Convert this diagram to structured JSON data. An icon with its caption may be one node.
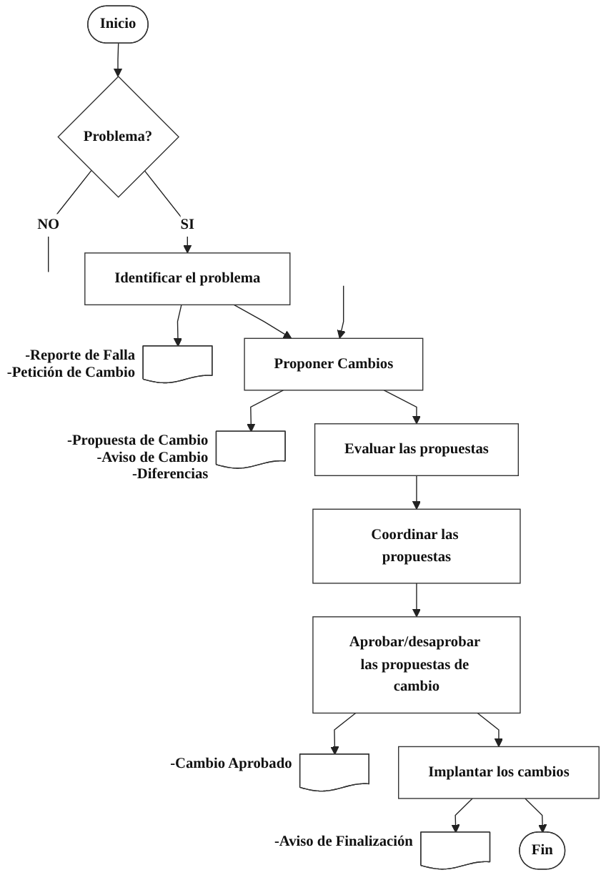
{
  "diagram": {
    "nodes": [
      {
        "text": [
          "Inicio"
        ]
      },
      {
        "text": [
          "Problema?"
        ]
      },
      {
        "text": [
          "Identificar el problema"
        ]
      },
      {
        "text": [],
        "shape": "document",
        "beside": [
          "-Reporte de Falla",
          "-Petición de Cambio"
        ]
      },
      {
        "text": [
          "Proponer Cambios"
        ]
      },
      {
        "text": [],
        "shape": "document",
        "beside": [
          "-Propuesta de Cambio",
          "-Aviso de Cambio",
          "-Diferencias"
        ]
      },
      {
        "text": [
          "Evaluar las propuestas"
        ]
      },
      {
        "text": [
          "Coordinar las propuestas"
        ]
      },
      {
        "text": [
          "Aprobar/desaprobar las propuestas de cambio"
        ]
      },
      {
        "text": [],
        "shape": "document",
        "beside": [
          "-Cambio Aprobado"
        ]
      },
      {
        "text": [
          "Implantar los cambios"
        ]
      },
      {
        "text": [],
        "shape": "document",
        "beside": [
          "-Aviso de Finalización"
        ]
      },
      {
        "text": [
          "Fin"
        ]
      }
    ],
    "edges": [
      {
        "from": 0,
        "to": 1,
        "arrow": "to"
      },
      {
        "from": 1,
        "to": null,
        "arrow": "none",
        "label": "NO"
      },
      {
        "from": 1,
        "to": 2,
        "arrow": "to",
        "label": "SI"
      },
      {
        "from": 2,
        "to": 3,
        "arrow": "to"
      },
      {
        "from": null,
        "to": 4,
        "arrow": "to"
      },
      {
        "from": 2,
        "to": 4,
        "arrow": "to"
      },
      {
        "from": 4,
        "to": 5,
        "arrow": "to"
      },
      {
        "from": 4,
        "to": 6,
        "arrow": "to"
      },
      {
        "from": 6,
        "to": 7,
        "arrow": "to"
      },
      {
        "from": 7,
        "to": 8,
        "arrow": "to"
      },
      {
        "from": 8,
        "to": 9,
        "arrow": "to"
      },
      {
        "from": 8,
        "to": 10,
        "arrow": "to"
      },
      {
        "from": 10,
        "to": 11,
        "arrow": "to"
      },
      {
        "from": 10,
        "to": 12,
        "arrow": "to"
      }
    ]
  }
}
